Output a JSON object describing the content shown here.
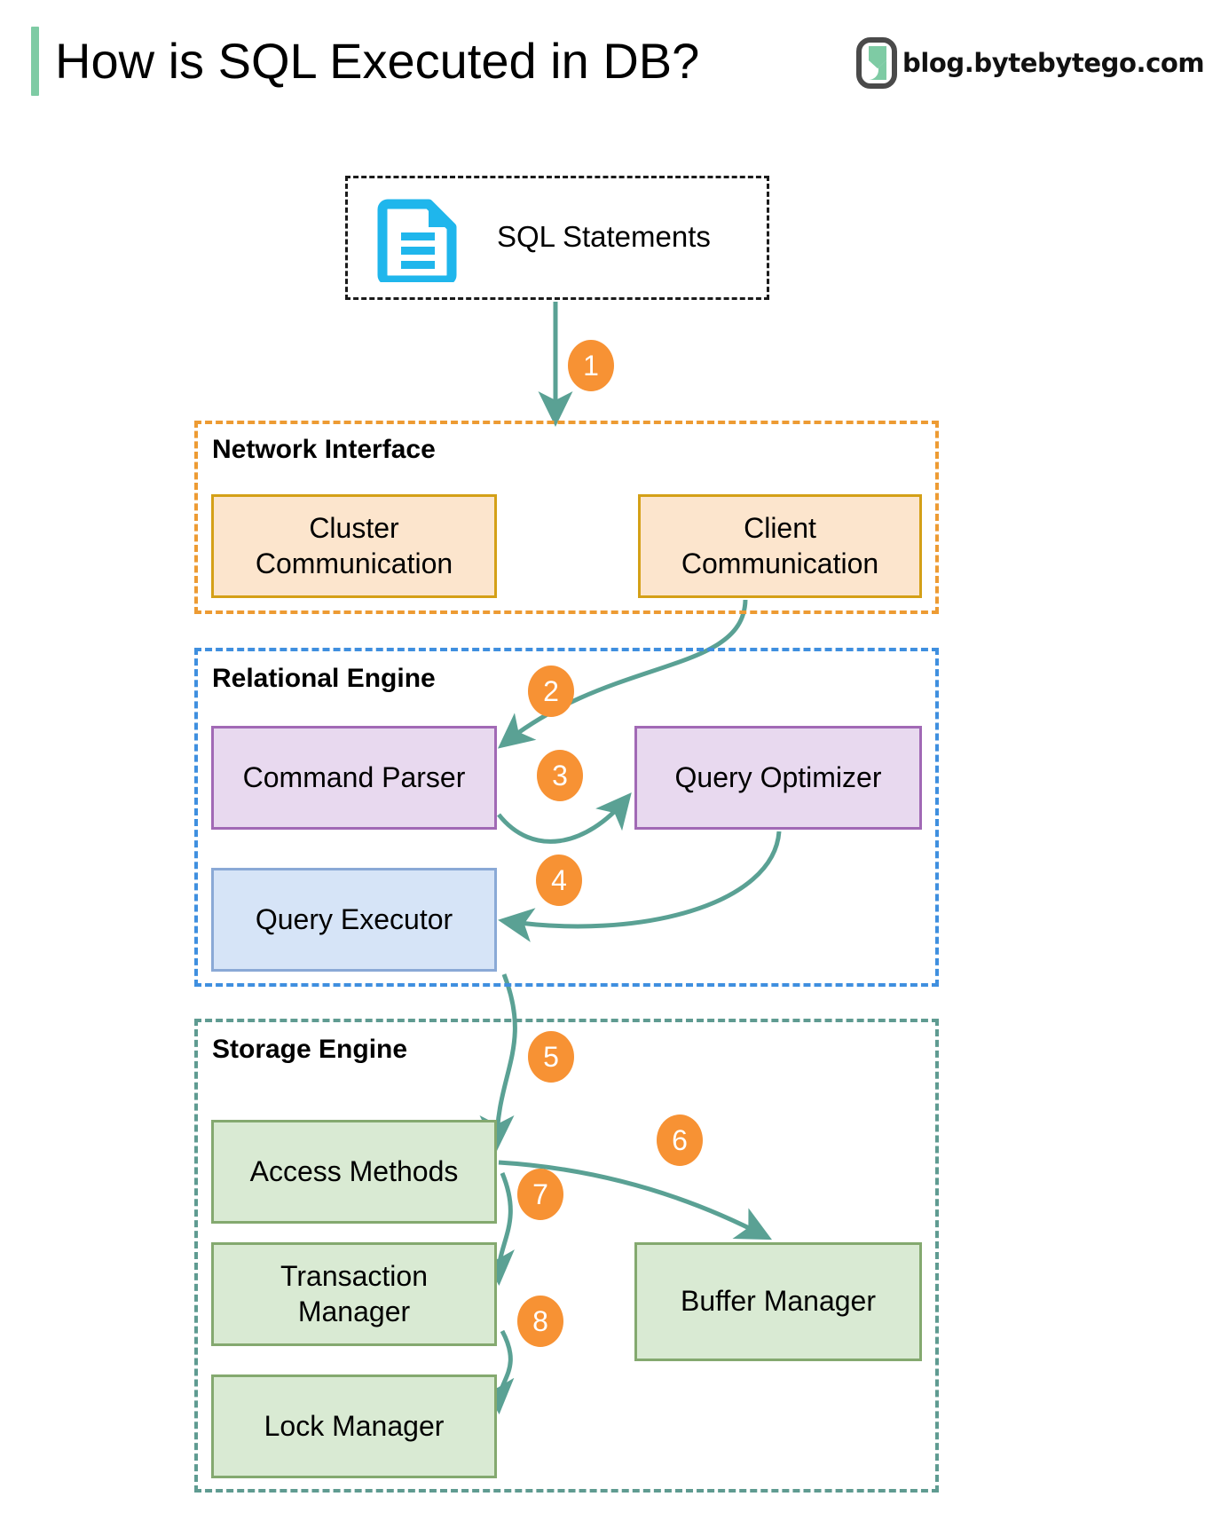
{
  "header": {
    "title": "How is SQL Executed in DB?",
    "brand": "blog.bytebytego.com",
    "brand_logo_icon": "bytebytego-logo-icon",
    "accent_bar_color": "#7ecba4"
  },
  "source": {
    "label": "SQL Statements",
    "icon": "document-lines-icon",
    "icon_color": "#1fb6ec",
    "border_style": "dotted"
  },
  "groups": [
    {
      "id": "network-interface",
      "label": "Network Interface",
      "color": "#ed9b33"
    },
    {
      "id": "relational-engine",
      "label": "Relational Engine",
      "color": "#3f8fdf"
    },
    {
      "id": "storage-engine",
      "label": "Storage Engine",
      "color": "#5f9b91"
    }
  ],
  "nodes": {
    "cluster_communication": "Cluster\nCommunication",
    "cluster_communication_line1": "Cluster",
    "cluster_communication_line2": "Communication",
    "client_communication_line1": "Client",
    "client_communication_line2": "Communication",
    "command_parser": "Command Parser",
    "query_optimizer": "Query Optimizer",
    "query_executor": "Query Executor",
    "access_methods": "Access Methods",
    "transaction_manager_line1": "Transaction",
    "transaction_manager_line2": "Manager",
    "buffer_manager": "Buffer Manager",
    "lock_manager": "Lock Manager"
  },
  "steps": [
    {
      "n": "1",
      "from": "SQL Statements",
      "to": "Network Interface"
    },
    {
      "n": "2",
      "from": "Client Communication",
      "to": "Command Parser"
    },
    {
      "n": "3",
      "from": "Command Parser",
      "to": "Query Optimizer"
    },
    {
      "n": "4",
      "from": "Query Optimizer",
      "to": "Query Executor"
    },
    {
      "n": "5",
      "from": "Query Executor",
      "to": "Access Methods"
    },
    {
      "n": "6",
      "from": "Access Methods",
      "to": "Buffer Manager"
    },
    {
      "n": "7",
      "from": "Access Methods",
      "to": "Transaction Manager"
    },
    {
      "n": "8",
      "from": "Transaction Manager",
      "to": "Lock Manager"
    }
  ],
  "colors": {
    "arrow": "#5aa194",
    "badge": "#f79234",
    "badge_text": "#ffffff",
    "orange_fill": "#fce5cd",
    "orange_stroke": "#d4a017",
    "purple_fill": "#e8d9ef",
    "purple_stroke": "#a169b5",
    "blue_fill": "#d6e4f7",
    "blue_stroke": "#8aa9d6",
    "green_fill": "#d9ead3",
    "green_stroke": "#84a96f"
  }
}
